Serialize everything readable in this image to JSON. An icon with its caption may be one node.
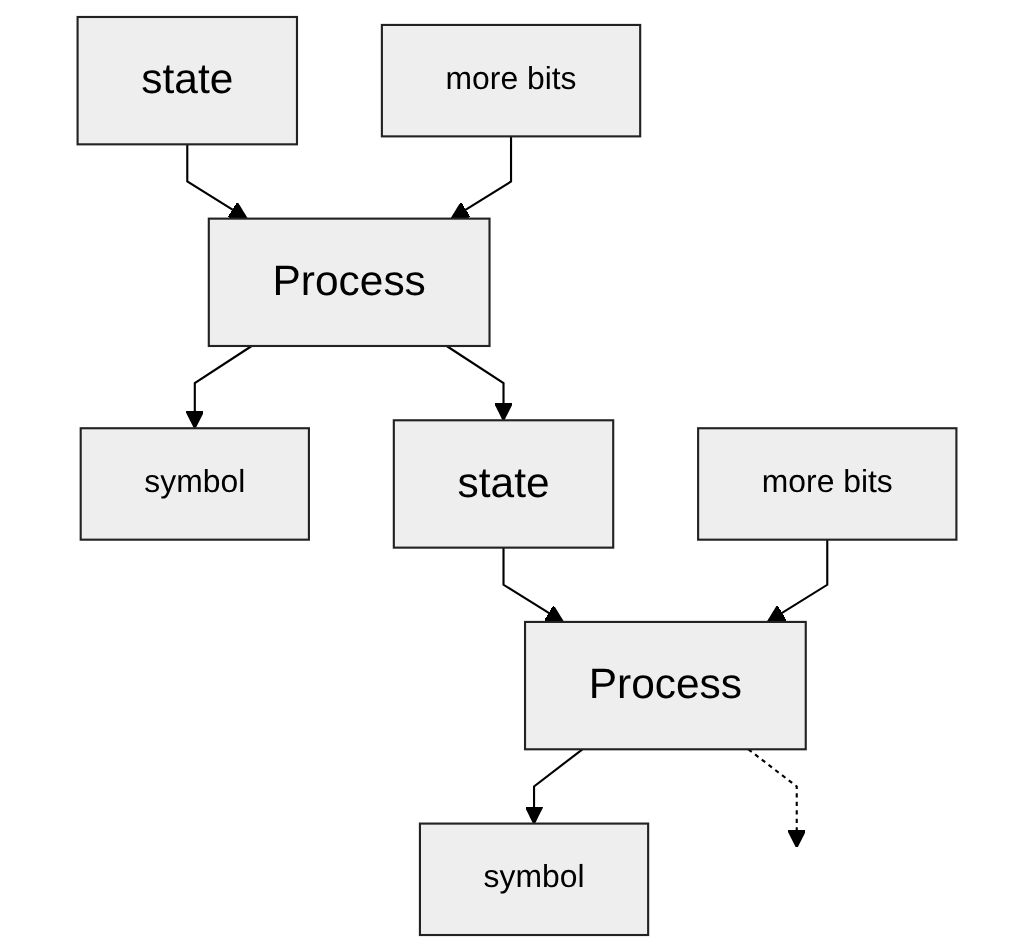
{
  "diagram": {
    "nodes": [
      {
        "text": [
          "state"
        ]
      },
      {
        "text": [
          "more bits"
        ]
      },
      {
        "text": [
          "Process"
        ]
      },
      {
        "text": [
          "symbol"
        ]
      },
      {
        "text": [
          "state"
        ]
      },
      {
        "text": [
          "more bits"
        ]
      },
      {
        "text": [
          "Process"
        ]
      },
      {
        "text": [
          "symbol"
        ]
      }
    ],
    "edges": [
      {
        "from": 0,
        "to": 2,
        "arrow": "to"
      },
      {
        "from": 1,
        "to": 2,
        "arrow": "to"
      },
      {
        "from": 2,
        "to": 3,
        "arrow": "to"
      },
      {
        "from": 2,
        "to": 4,
        "arrow": "to"
      },
      {
        "from": 4,
        "to": 6,
        "arrow": "to"
      },
      {
        "from": 5,
        "to": 6,
        "arrow": "to"
      },
      {
        "from": 6,
        "to": 7,
        "arrow": "to"
      },
      {
        "from": 6,
        "to": null,
        "arrow": "to",
        "style": "dashed"
      }
    ]
  }
}
